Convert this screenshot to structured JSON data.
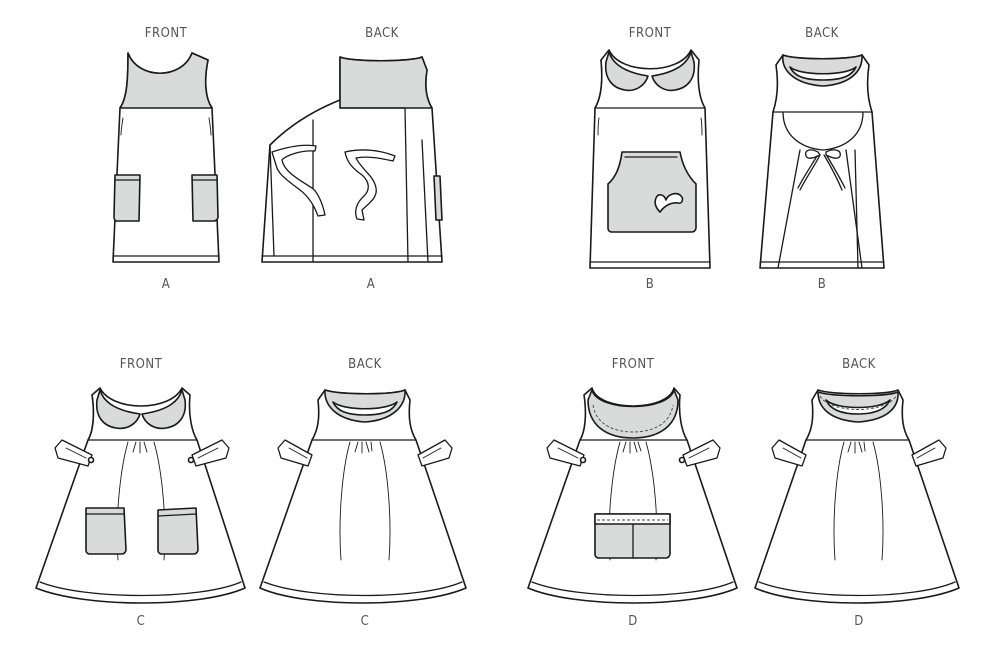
{
  "labels": {
    "front": "FRONT",
    "back": "BACK"
  },
  "views": [
    {
      "id": "a-front",
      "view": "FRONT",
      "view_label": "A"
    },
    {
      "id": "a-back",
      "view": "BACK",
      "view_label": "A"
    },
    {
      "id": "b-front",
      "view": "FRONT",
      "view_label": "B"
    },
    {
      "id": "b-back",
      "view": "BACK",
      "view_label": "B"
    },
    {
      "id": "c-front",
      "view": "FRONT",
      "view_label": "C"
    },
    {
      "id": "c-back",
      "view": "BACK",
      "view_label": "C"
    },
    {
      "id": "d-front",
      "view": "FRONT",
      "view_label": "D"
    },
    {
      "id": "d-back",
      "view": "BACK",
      "view_label": "D"
    }
  ],
  "colors": {
    "line": "#1a1a1a",
    "shade": "#d9dada",
    "label": "#555555"
  }
}
